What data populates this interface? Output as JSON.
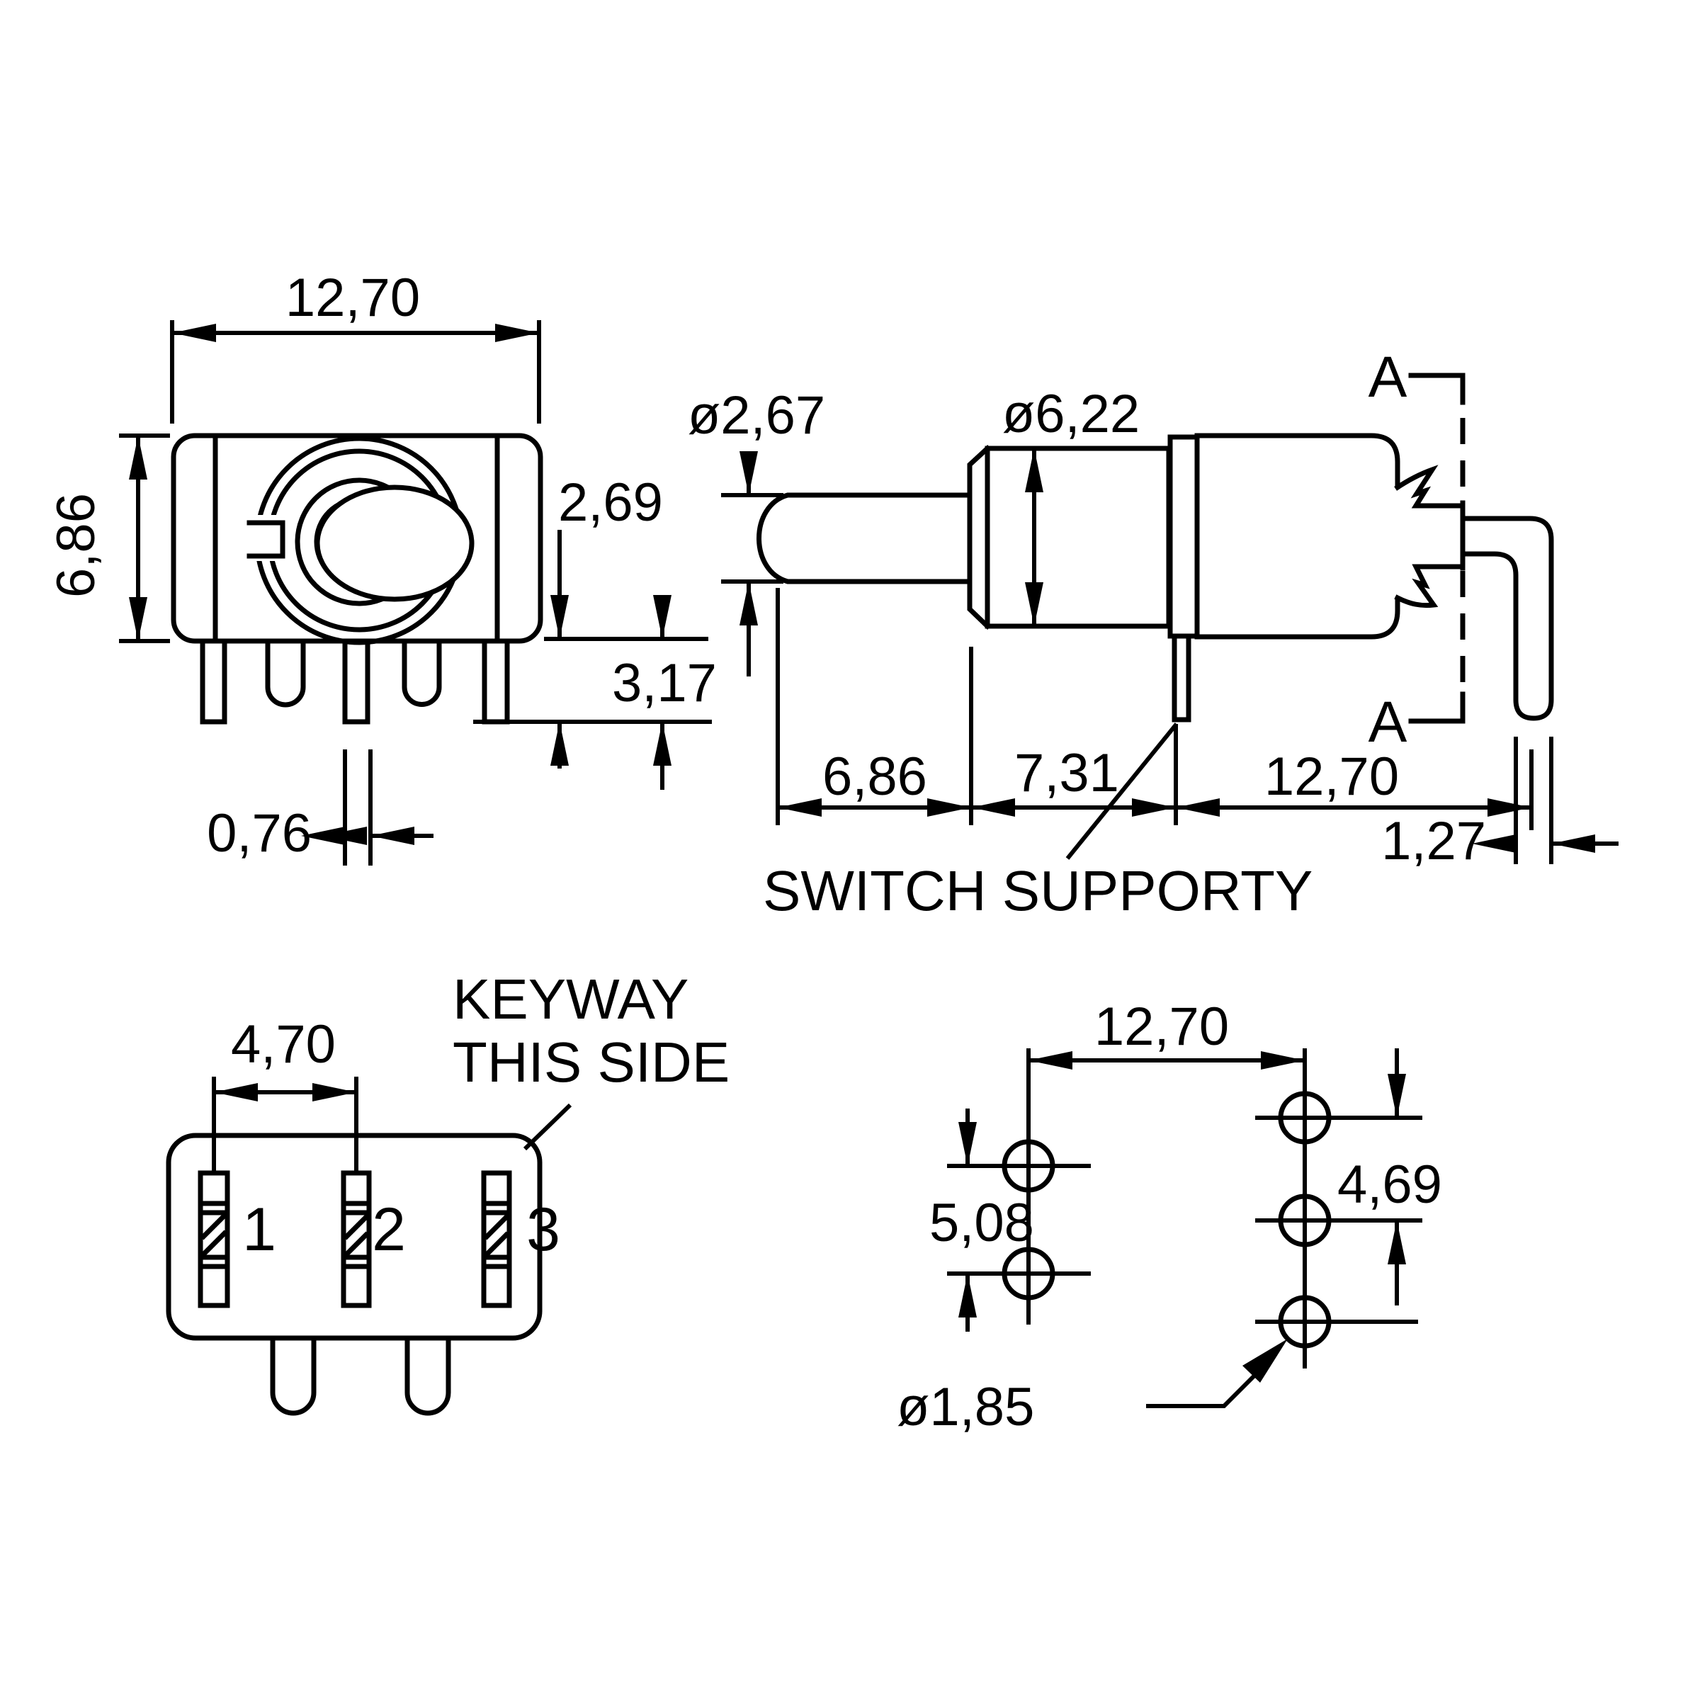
{
  "drawing": {
    "colors": {
      "line": "#000000",
      "background": "#ffffff"
    },
    "front_view": {
      "dim_width": "12,70",
      "dim_height": "6,86",
      "dim_actuator_offset": "2,69",
      "dim_pin_protrusion": "3,17",
      "dim_pin_width": "0,76"
    },
    "side_view": {
      "dim_actuator_diameter": "ø2,67",
      "dim_bushing_diameter": "ø6,22",
      "section_label_top": "A",
      "section_label_bottom": "A",
      "dim_actuator_length": "6,86",
      "dim_bushing_length": "7,31",
      "dim_body_length": "12,70",
      "dim_pin_thickness": "1,27",
      "support_label": "SWITCH SUPPORTY"
    },
    "bottom_view": {
      "dim_terminal_pitch": "4,70",
      "keyway_line1": "KEYWAY",
      "keyway_line2": "THIS SIDE",
      "terminal_labels": [
        "1",
        "2",
        "3"
      ]
    },
    "pcb_view": {
      "dim_column_spacing": "12,70",
      "dim_left_hole_pitch": "5,08",
      "dim_right_hole_pitch": "4,69",
      "dim_hole_diameter": "ø1,85"
    }
  }
}
